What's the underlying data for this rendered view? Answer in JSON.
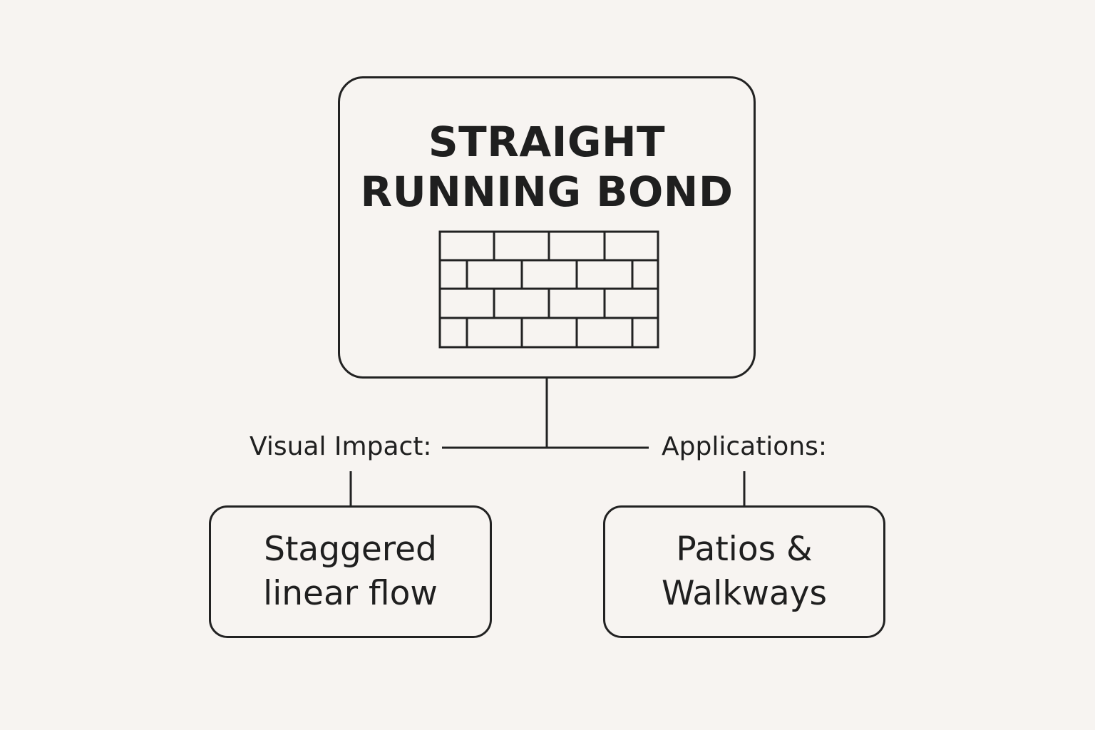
{
  "main": {
    "title_line1": "STRAIGHT",
    "title_line2": "RUNNING BOND",
    "icon": "brick-pattern-icon"
  },
  "branches": {
    "left_label": "Visual Impact:",
    "right_label": "Applications:"
  },
  "left_box": {
    "line1": "Staggered",
    "line2": "linear flow"
  },
  "right_box": {
    "line1": "Patios &",
    "line2": "Walkways"
  },
  "colors": {
    "background": "#f7f4f1",
    "stroke": "#222222",
    "text": "#1f1f1f"
  }
}
